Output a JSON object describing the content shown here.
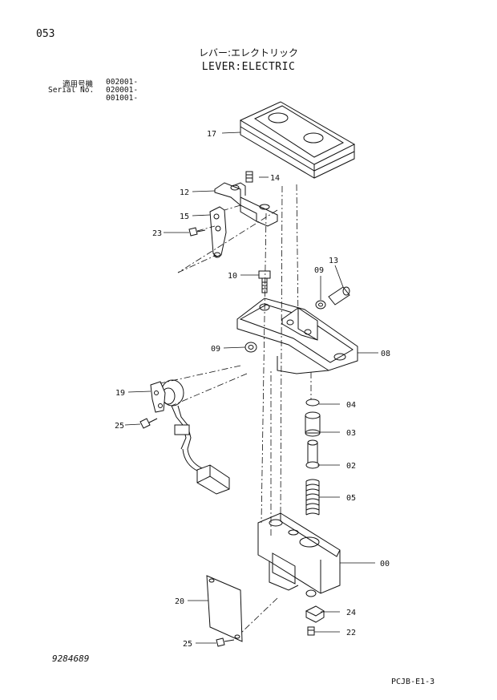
{
  "header": {
    "page_number": "053",
    "title_japanese": "レバー:エレクトリック",
    "title_english": "LEVER:ELECTRIC",
    "applicable_label": "適用号機",
    "serial_label": "Serial No.",
    "serials": [
      "002001-",
      "020001-",
      "001001-"
    ]
  },
  "callouts": [
    "17",
    "14",
    "12",
    "15",
    "23",
    "10",
    "09",
    "13",
    "09",
    "08",
    "19",
    "04",
    "25",
    "03",
    "02",
    "05",
    "00",
    "20",
    "24",
    "25",
    "22"
  ],
  "footer": {
    "drawing_number": "9284689",
    "page_code": "PCJB-E1-3"
  }
}
